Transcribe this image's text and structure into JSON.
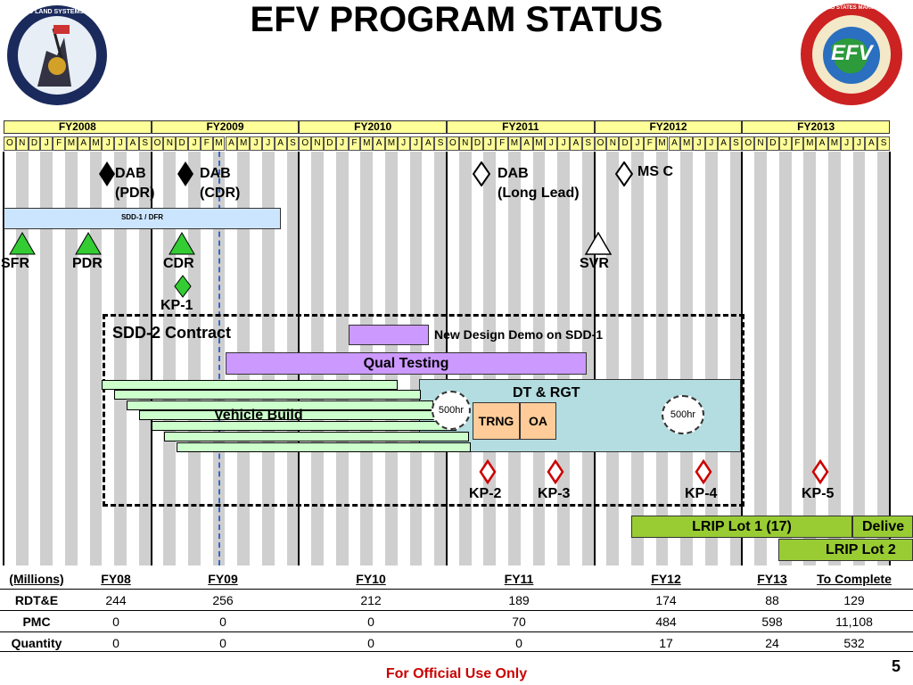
{
  "title": "EFV PROGRAM STATUS",
  "logos": {
    "left_text": "PRO LAND SYSTEMS",
    "right_text": "EFV",
    "right_ring": "UNITED STATES MARINE CORPS"
  },
  "fiscal_years": [
    "FY2008",
    "FY2009",
    "FY2010",
    "FY2011",
    "FY2012",
    "FY2013"
  ],
  "months": [
    "O",
    "N",
    "D",
    "J",
    "F",
    "M",
    "A",
    "M",
    "J",
    "J",
    "A",
    "S"
  ],
  "milestones": {
    "dab_pdr": "DAB\n(PDR)",
    "dab_cdr": "DAB\n(CDR)",
    "dab_ll": "DAB\n(Long Lead)",
    "ms_c": "MS C",
    "sfr": "SFR",
    "pdr": "PDR",
    "cdr": "CDR",
    "svr": "SVR",
    "kp1": "KP-1",
    "kp2": "KP-2",
    "kp3": "KP-3",
    "kp4": "KP-4",
    "kp5": "KP-5"
  },
  "bars": {
    "sdd1": "SDD-1 / DFR",
    "sdd2": "SDD-2 Contract",
    "new_design": "New Design Demo on SDD-1",
    "qual": "Qual Testing",
    "dt_rgt": "DT & RGT",
    "vehicle_build": "Vehicle Build",
    "hr500a": "500hr",
    "hr500b": "500hr",
    "trng": "TRNG",
    "oa": "OA",
    "lrip1": "LRIP Lot 1 (17)",
    "deliv": "Delive",
    "lrip2": "LRIP Lot 2"
  },
  "finance": {
    "header": [
      "(Millions)",
      "FY08",
      "FY09",
      "FY10",
      "FY11",
      "FY12",
      "FY13",
      "To Complete"
    ],
    "rows": [
      {
        "label": "RDT&E",
        "values": [
          "244",
          "256",
          "212",
          "189",
          "174",
          "88",
          "129"
        ]
      },
      {
        "label": "PMC",
        "values": [
          "0",
          "0",
          "0",
          "70",
          "484",
          "598",
          "11,108"
        ]
      },
      {
        "label": "Quantity",
        "values": [
          "0",
          "0",
          "0",
          "0",
          "17",
          "24",
          "532"
        ]
      }
    ]
  },
  "footer": "For Official Use Only",
  "page_number": "5",
  "colors": {
    "yellow": "#ffff99",
    "stripe": "#cfcfcf",
    "green": "#33cc33",
    "sdd1": "#cce5ff",
    "purple": "#cc99ff",
    "teal": "#b3dde0",
    "orange": "#ffcc99",
    "lrip": "#99cc33",
    "red": "#cc0000"
  }
}
